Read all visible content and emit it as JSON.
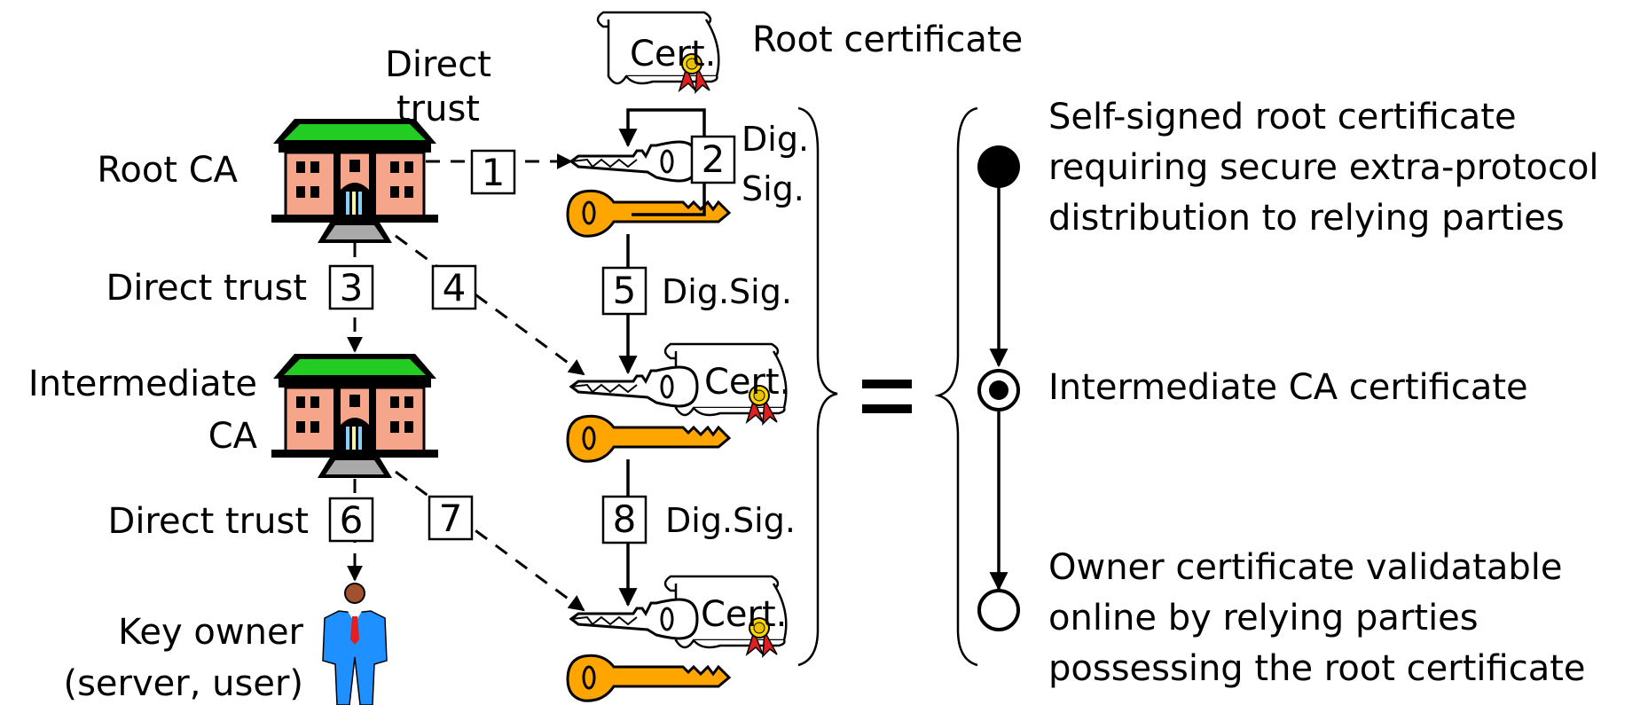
{
  "root_certificate_label": "Root certificate",
  "cert_label": "Cert.",
  "direct_trust_top": [
    "Direct",
    "trust"
  ],
  "root_ca": "Root CA",
  "intermediate_ca": [
    "Intermediate",
    "CA"
  ],
  "key_owner": [
    "Key owner",
    "(server, user)"
  ],
  "direct_trust": "Direct trust",
  "dig_sig_stacked": [
    "Dig.",
    "Sig."
  ],
  "dig_sig": "Dig.Sig.",
  "steps": [
    "1",
    "2",
    "3",
    "4",
    "5",
    "6",
    "7",
    "8"
  ],
  "equals": "=",
  "legend": {
    "root": [
      "Self-signed root certificate",
      "requiring secure extra-protocol",
      "distribution to relying parties"
    ],
    "intermediate": [
      "Intermediate CA certificate"
    ],
    "owner": [
      "Owner certificate validatable",
      "online by  relying parties",
      "possessing the root certificate"
    ]
  },
  "colors": {
    "roof": "#22cc22",
    "building": "#f4a58a",
    "key_orange": "#ffa500",
    "person_blue": "#1e90ff",
    "seal_red": "#e02020",
    "seal_gold": "#ffd700"
  }
}
